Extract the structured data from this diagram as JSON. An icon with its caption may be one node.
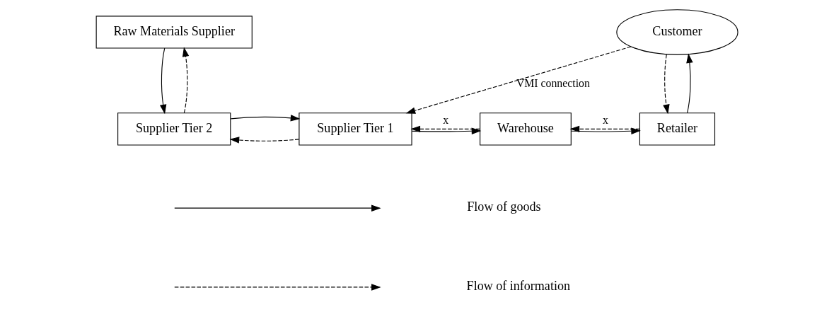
{
  "diagram": {
    "nodes": [
      {
        "text": [
          "Raw Materials Supplier"
        ]
      },
      {
        "text": [
          "Customer"
        ]
      },
      {
        "text": [
          "Supplier Tier 2"
        ]
      },
      {
        "text": [
          "Supplier Tier 1"
        ]
      },
      {
        "text": [
          "Warehouse"
        ]
      },
      {
        "text": [
          "Retailer"
        ]
      }
    ],
    "edges": [
      {
        "from": 0,
        "to": 2,
        "arrow": "to"
      },
      {
        "from": 2,
        "to": 0,
        "arrow": "to",
        "style": "dashed"
      },
      {
        "from": 3,
        "to": 2,
        "arrow": "to",
        "style": "dashed"
      },
      {
        "from": 2,
        "to": 3,
        "arrow": "to"
      },
      {
        "from": 4,
        "to": 3,
        "arrow": "to",
        "style": "dashed",
        "label": "x"
      },
      {
        "from": 3,
        "to": 4,
        "arrow": "to"
      },
      {
        "from": 5,
        "to": 4,
        "arrow": "to",
        "style": "dashed",
        "label": "x"
      },
      {
        "from": 4,
        "to": 5,
        "arrow": "to"
      },
      {
        "from": 5,
        "to": 1,
        "arrow": "to"
      },
      {
        "from": 1,
        "to": 3,
        "arrow": "to",
        "style": "dashed",
        "label": "VMI connection"
      },
      {
        "from": 1,
        "to": 5,
        "arrow": "to",
        "style": "dashed"
      }
    ],
    "legend": [
      {
        "text": "Flow of goods"
      },
      {
        "text": "Flow of information"
      }
    ]
  }
}
